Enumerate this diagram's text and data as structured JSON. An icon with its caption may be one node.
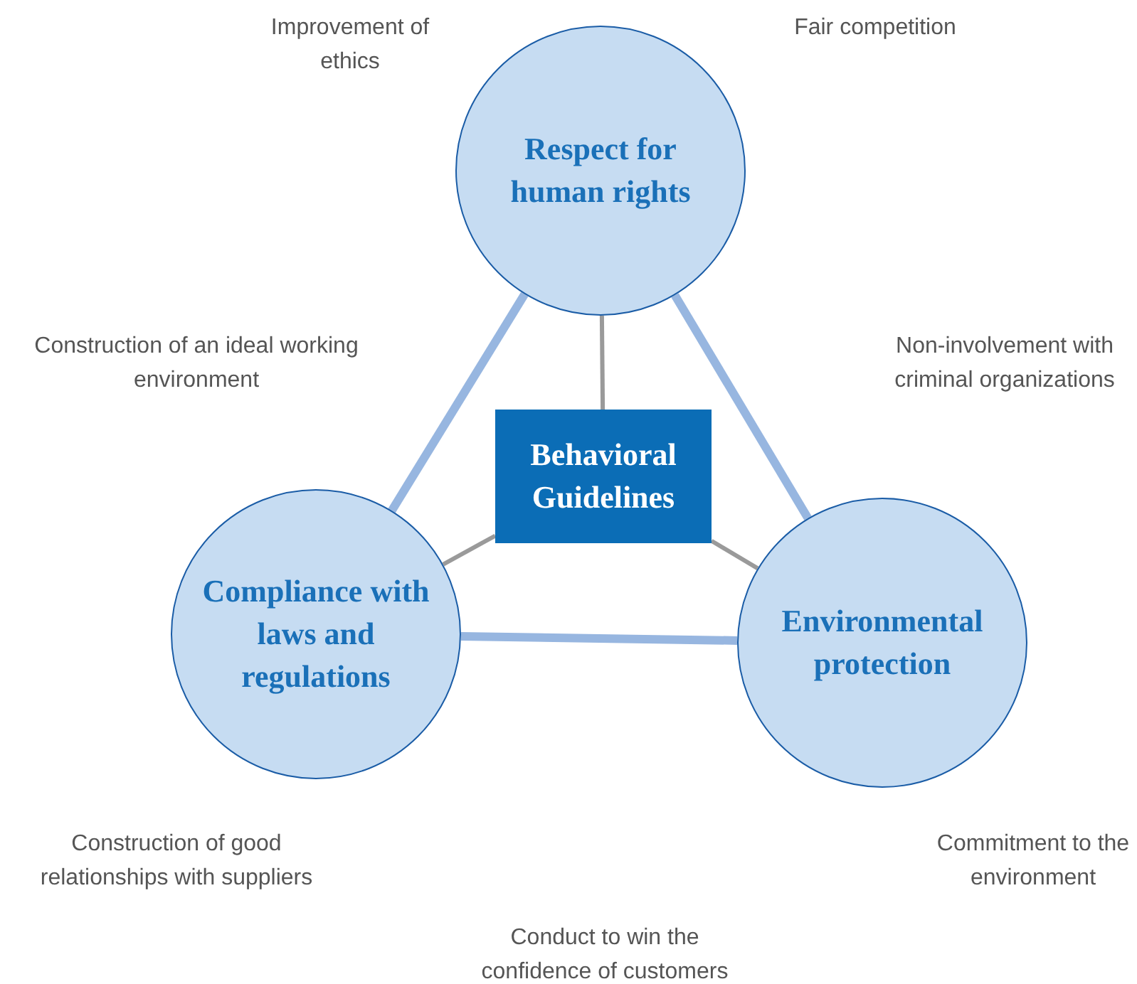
{
  "diagram": {
    "nodes": [
      {
        "text": [
          "Respect for human rights"
        ]
      },
      {
        "text": [
          "Behavioral Guidelines"
        ]
      },
      {
        "text": [
          "Compliance with laws and regulations"
        ]
      },
      {
        "text": [
          "Environmental protection"
        ]
      }
    ],
    "edges": [
      {
        "from": 0,
        "to": 2,
        "arrow": "none",
        "style": "thick",
        "color": "#97b6e0"
      },
      {
        "from": 0,
        "to": 3,
        "arrow": "none",
        "style": "thick",
        "color": "#97b6e0"
      },
      {
        "from": 2,
        "to": 3,
        "arrow": "none",
        "style": "thick",
        "color": "#97b6e0"
      },
      {
        "from": 1,
        "to": 0,
        "arrow": "none",
        "color": "#9a9a9a"
      },
      {
        "from": 1,
        "to": 2,
        "arrow": "none",
        "color": "#9a9a9a"
      },
      {
        "from": 1,
        "to": 3,
        "arrow": "none",
        "color": "#9a9a9a"
      }
    ],
    "labels": [
      "Improvement of ethics",
      "Fair competition",
      "Construction of an ideal working environment",
      "Non-involvement with criminal organizations",
      "Construction of good relationships with suppliers",
      "Commitment to the environment",
      "Conduct to win the confidence of customers"
    ]
  }
}
